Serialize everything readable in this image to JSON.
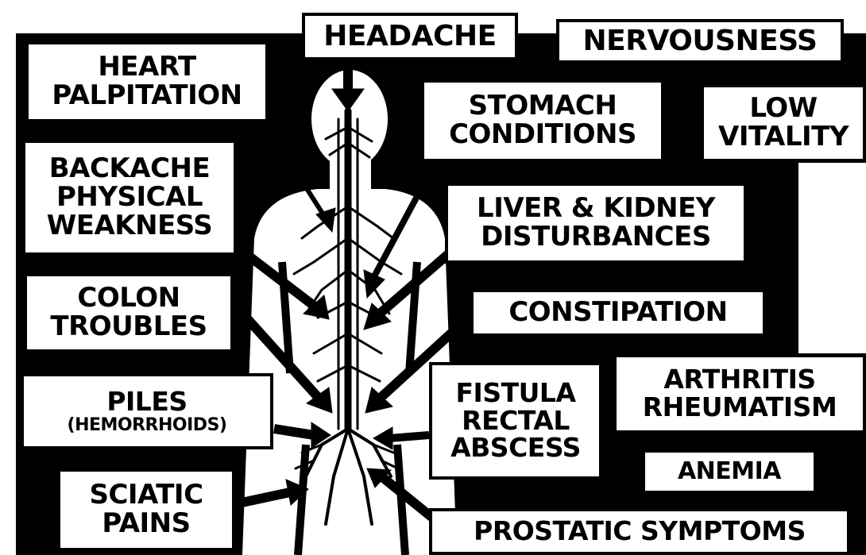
{
  "colors": {
    "ink": "#000000",
    "paper": "#ffffff"
  },
  "labels": {
    "headache": "HEADACHE",
    "nervousness": "NERVOUSNESS",
    "heart_palpitation": [
      "HEART",
      "PALPITATION"
    ],
    "stomach_conditions": [
      "STOMACH",
      "CONDITIONS"
    ],
    "low_vitality": [
      "LOW",
      "VITALITY"
    ],
    "backache": [
      "BACKACHE",
      "PHYSICAL",
      "WEAKNESS"
    ],
    "liver_kidney": [
      "LIVER & KIDNEY",
      "DISTURBANCES"
    ],
    "colon": [
      "COLON",
      "TROUBLES"
    ],
    "constipation": "CONSTIPATION",
    "piles": [
      "PILES",
      "(HEMORRHOIDS)"
    ],
    "fistula": [
      "FISTULA",
      "RECTAL",
      "ABSCESS"
    ],
    "arthritis": [
      "ARTHRITIS",
      "RHEUMATISM"
    ],
    "anemia": "ANEMIA",
    "sciatic": [
      "SCIATIC",
      "PAINS"
    ],
    "prostatic": "PROSTATIC SYMPTOMS"
  }
}
